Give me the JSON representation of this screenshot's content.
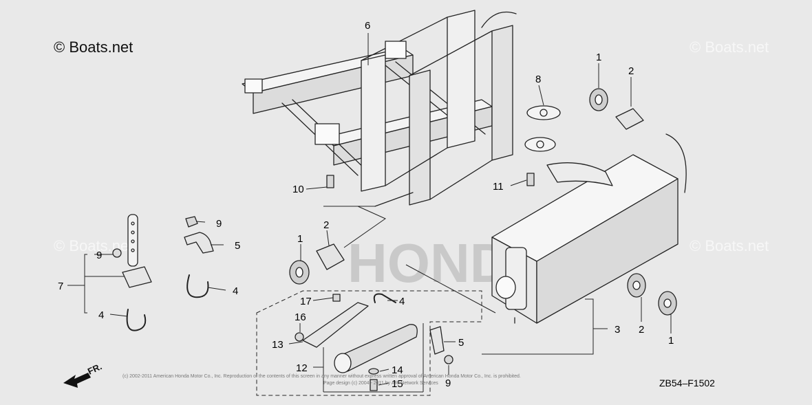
{
  "watermarks": {
    "main": "© Boats.net",
    "top_right": "© Boats.net",
    "middle_left": "© Boats.net",
    "middle_right": "© Boats.net"
  },
  "brand_watermark": "HONDA",
  "diagram_code": "ZB54–F1502",
  "front_marker": "FR.",
  "copyright_line1": "(c) 2002-2011 American Honda Motor Co., Inc. Reproduction of the contents of this screen in any manner without express written approval of American Honda Motor Co., Inc. is prohibited.",
  "copyright_line2": "Page design (c) 2004 - 2011 by ARI Network Services",
  "callouts": {
    "c1_top": "1",
    "c2_top": "2",
    "c6": "6",
    "c8": "8",
    "c10": "10",
    "c11": "11",
    "c9_upper": "9",
    "c5_upper": "5",
    "c4_upper": "4",
    "c9_left": "9",
    "c7": "7",
    "c4_left": "4",
    "c1_mid": "1",
    "c2_mid": "2",
    "c17": "17",
    "c4_lower": "4",
    "c16": "16",
    "c13": "13",
    "c5_lower": "5",
    "c12": "12",
    "c14": "14",
    "c15": "15",
    "c9_lower": "9",
    "c3": "3",
    "c2_right": "2",
    "c1_right": "1"
  },
  "colors": {
    "background": "#e9e9e9",
    "line": "#222222",
    "watermark": "#ffffff",
    "brand_watermark": "#c4c4c4"
  }
}
